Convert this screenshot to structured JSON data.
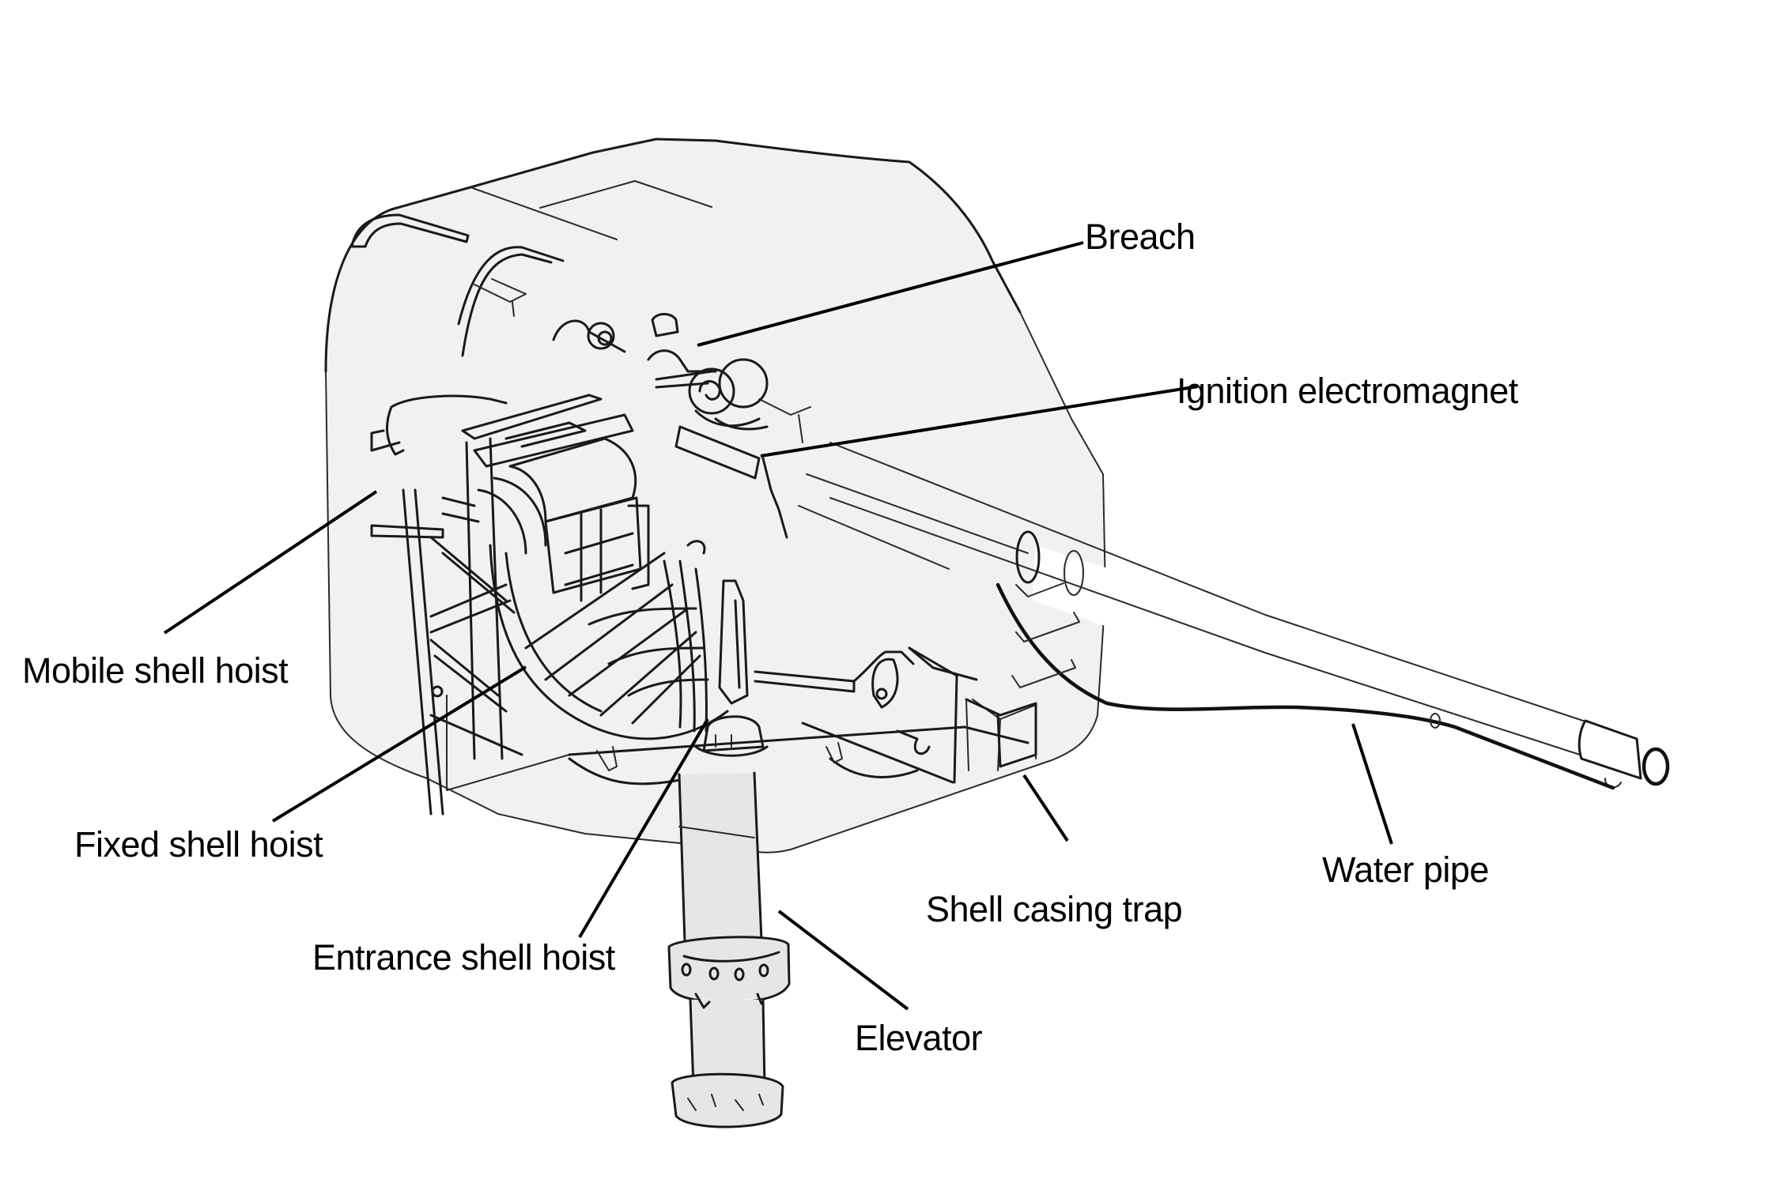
{
  "figure": {
    "subject": "Gun turret cutaway illustration",
    "colors": {
      "ink": "#1a1a1a",
      "background": "#ffffff",
      "shading": "#f1f1f1"
    }
  },
  "labels": [
    {
      "id": "breach",
      "text": "Breach"
    },
    {
      "id": "ignition",
      "text": "Ignition electromagnet"
    },
    {
      "id": "mobile-hoist",
      "text": "Mobile shell hoist"
    },
    {
      "id": "fixed-hoist",
      "text": "Fixed shell hoist"
    },
    {
      "id": "entrance-hoist",
      "text": "Entrance shell hoist"
    },
    {
      "id": "elevator",
      "text": "Elevator"
    },
    {
      "id": "casing-trap",
      "text": "Shell casing trap"
    },
    {
      "id": "water-pipe",
      "text": "Water pipe"
    }
  ]
}
